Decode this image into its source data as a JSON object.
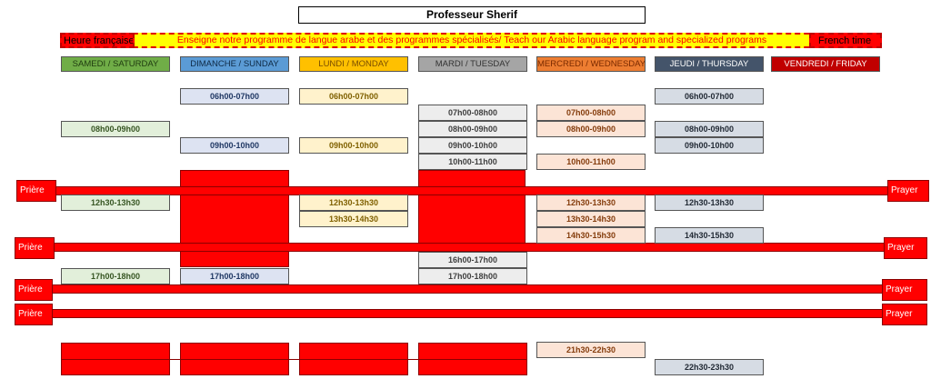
{
  "title": "Professeur Sherif",
  "banner": {
    "left": "Heure française",
    "text": "Enseigne notre programme de langue arabe et des programmes spécialisés/ Teach our Arabic language program and specialized programs",
    "right": "French time"
  },
  "days": [
    {
      "label": "SAMEDI / SATURDAY",
      "bg": "#70ad47",
      "fg": "#1f3b10"
    },
    {
      "label": "DIMANCHE / SUNDAY",
      "bg": "#5b9bd5",
      "fg": "#0f2a45"
    },
    {
      "label": "LUNDI / MONDAY",
      "bg": "#ffc000",
      "fg": "#7a4e00"
    },
    {
      "label": "MARDI / TUESDAY",
      "bg": "#a5a5a5",
      "fg": "#333333"
    },
    {
      "label": "MERCREDI / WEDNESDAY",
      "bg": "#ed7d31",
      "fg": "#7a2a00"
    },
    {
      "label": "JEUDI / THURSDAY",
      "bg": "#44546a",
      "fg": "#ffffff"
    },
    {
      "label": "VENDREDI / FRIDAY",
      "bg": "#c00000",
      "fg": "#ffffff"
    }
  ],
  "colors": {
    "sat": "#e2efda",
    "sun": "#dde3f2",
    "mon": "#fff2cc",
    "tue": "#ededed",
    "wed": "#fce4d6",
    "thu": "#d6dce4"
  },
  "slots": {
    "sun_0600": "06h00-07h00",
    "mon_0600": "06h00-07h00",
    "thu_0600": "06h00-07h00",
    "tue_0700": "07h00-08h00",
    "wed_0700": "07h00-08h00",
    "sat_0800": "08h00-09h00",
    "tue_0800": "08h00-09h00",
    "wed_0800": "08h00-09h00",
    "thu_0800": "08h00-09h00",
    "sun_0900": "09h00-10h00",
    "mon_0900": "09h00-10h00",
    "tue_0900": "09h00-10h00",
    "thu_0900": "09h00-10h00",
    "tue_1000": "10h00-11h00",
    "wed_1000": "10h00-11h00",
    "sat_1230": "12h30-13h30",
    "mon_1230": "12h30-13h30",
    "wed_1230": "12h30-13h30",
    "thu_1230": "12h30-13h30",
    "mon_1330": "13h30-14h30",
    "wed_1330": "13h30-14h30",
    "wed_1430": "14h30-15h30",
    "thu_1430": "14h30-15h30",
    "tue_1600": "16h00-17h00",
    "sat_1700": "17h00-18h00",
    "sun_1700": "17h00-18h00",
    "tue_1700": "17h00-18h00",
    "wed_2130": "21h30-22h30",
    "thu_2230": "22h30-23h30"
  },
  "prayer": {
    "fr": "Prière",
    "en": "Prayer"
  }
}
